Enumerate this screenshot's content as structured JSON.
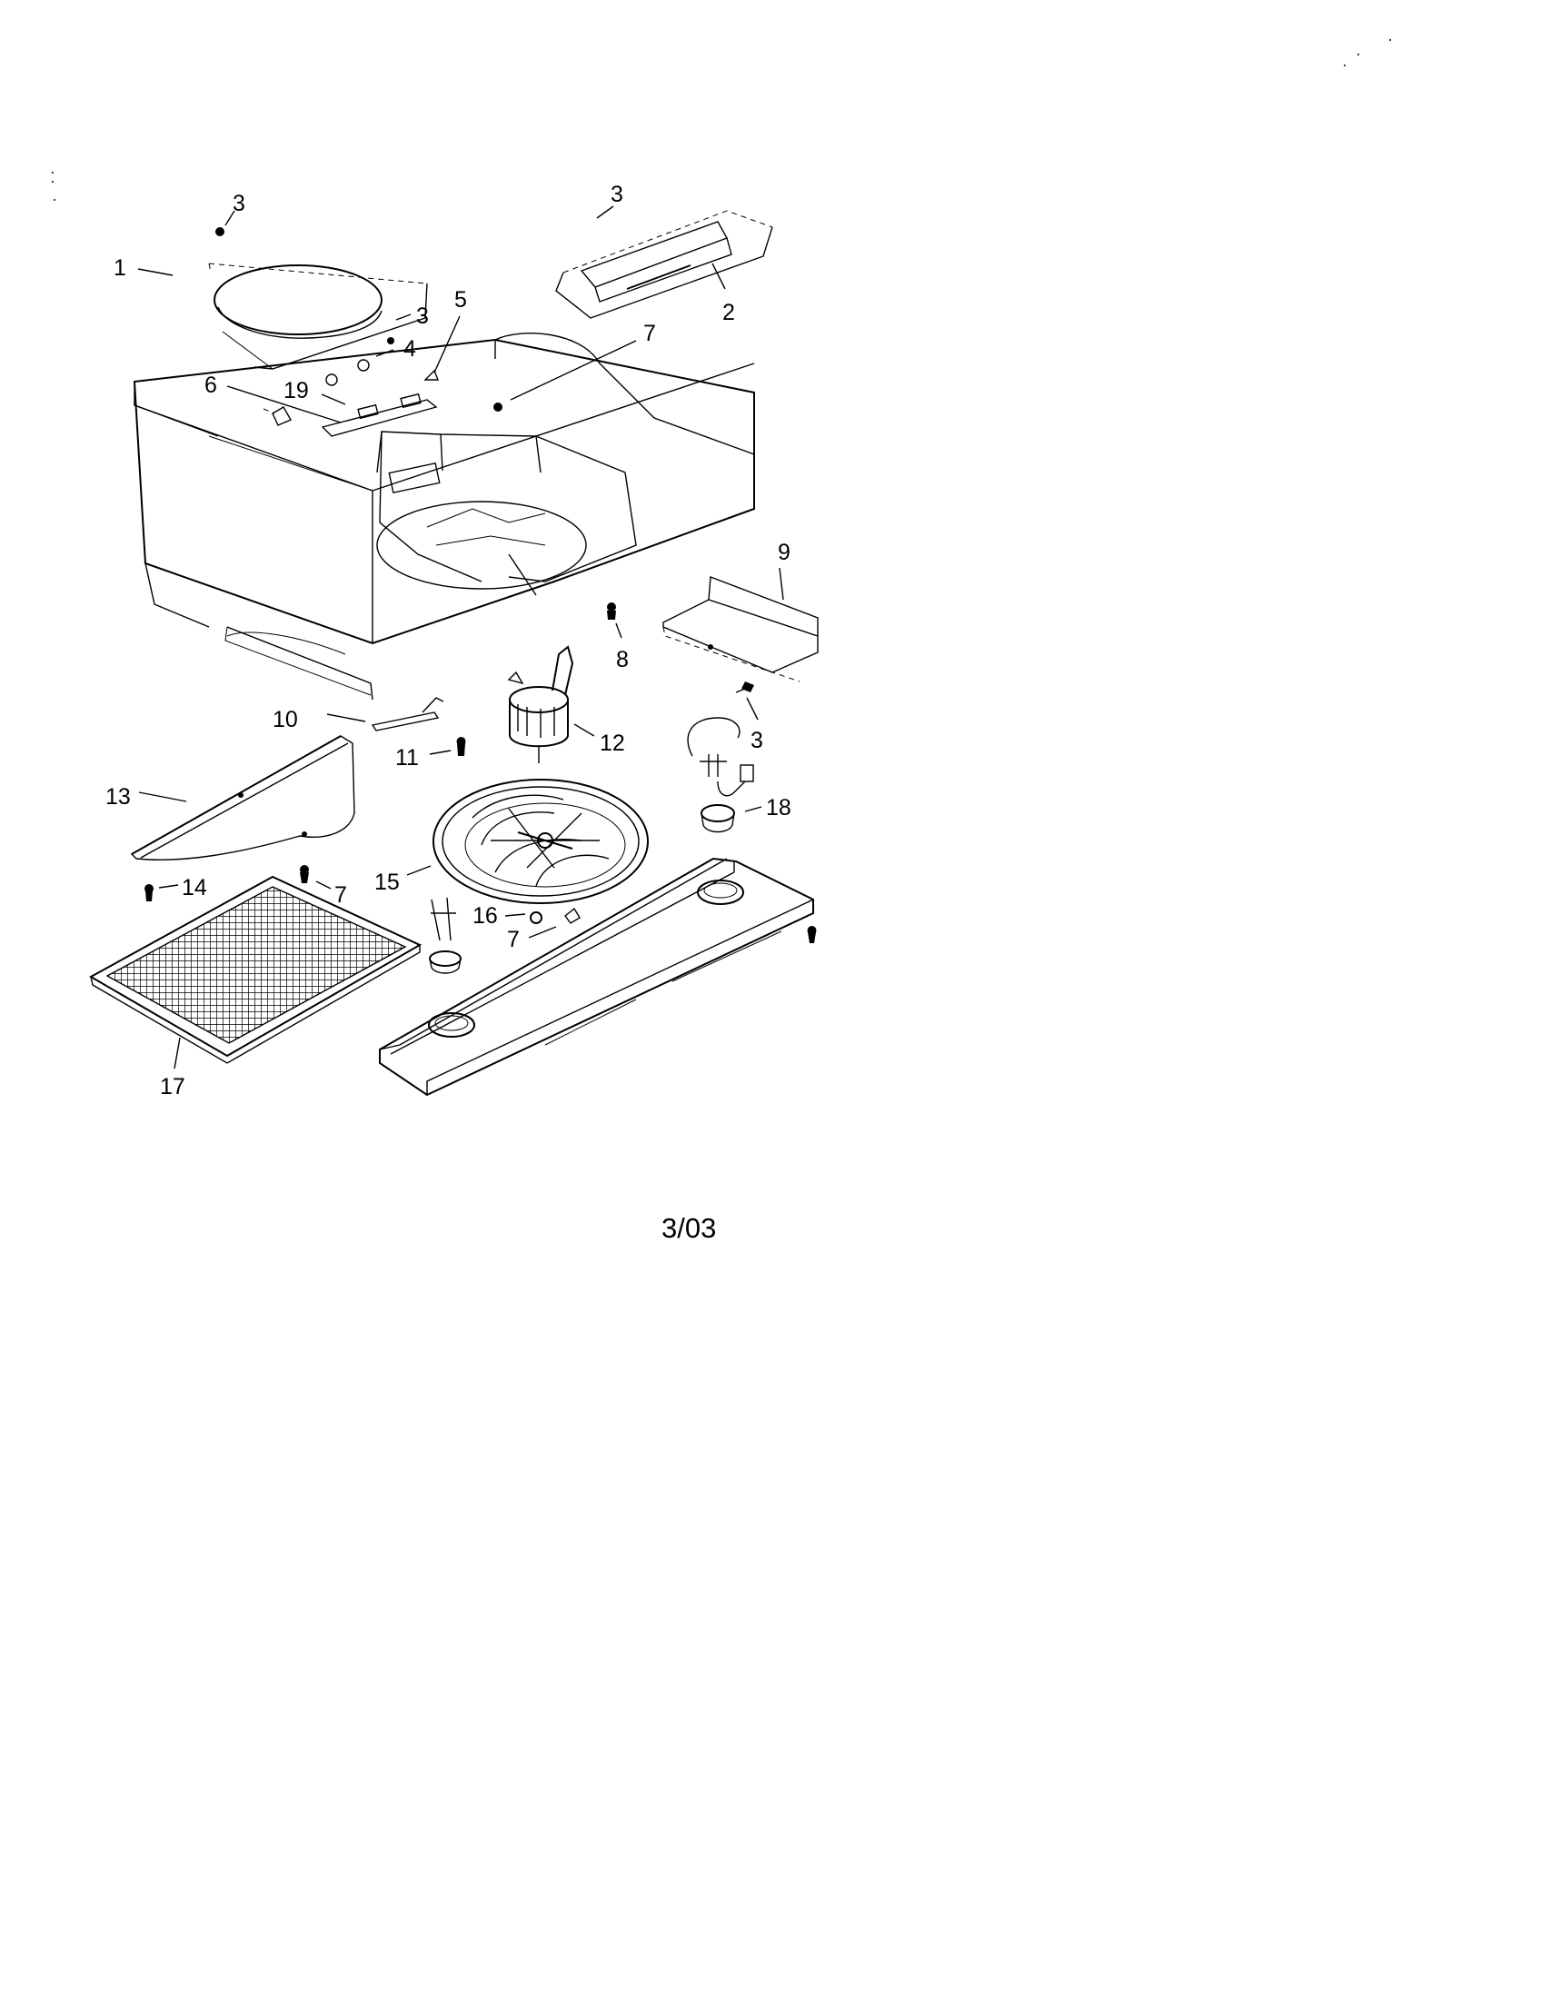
{
  "diagram": {
    "callouts": [
      "1",
      "2",
      "3",
      "3",
      "3",
      "3",
      "4",
      "5",
      "6",
      "7",
      "7",
      "7",
      "8",
      "9",
      "10",
      "11",
      "12",
      "13",
      "14",
      "15",
      "16",
      "17",
      "18",
      "19"
    ],
    "date": "3/03"
  }
}
